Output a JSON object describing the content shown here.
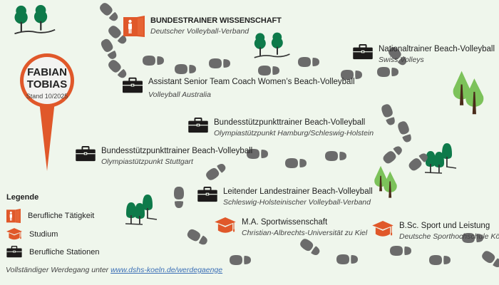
{
  "profile": {
    "first_name": "FABIAN",
    "last_name": "TOBIAS",
    "status": "Stand 10/2025"
  },
  "colors": {
    "background": "#eff6ec",
    "accent_orange": "#e0582a",
    "footprint_gray": "#6b6b6b",
    "dark_tree": "#0e7a4a",
    "light_tree": "#7cc25a",
    "link": "#3b6fb6"
  },
  "stations": [
    {
      "icon": "door-person-icon",
      "type": "activity",
      "title": "BUNDESTRAINER WISSENSCHAFT",
      "subtitle": "Deutscher Volleyball-Verband"
    },
    {
      "icon": "briefcase-icon",
      "type": "station",
      "title": "Nationaltrainer Beach-Volleyball",
      "subtitle": "Swiss Volleys"
    },
    {
      "icon": "briefcase-icon",
      "type": "station",
      "title": "Assistant Senior Team Coach Women’s Beach-Volleyball",
      "subtitle": "Volleyball Australia"
    },
    {
      "icon": "briefcase-icon",
      "type": "station",
      "title": "Bundesstützpunkttrainer Beach-Volleyball",
      "subtitle": "Olympiastützpunkt Hamburg/Schleswig-Holstein"
    },
    {
      "icon": "briefcase-icon",
      "type": "station",
      "title": "Bundesstützpunkttrainer Beach-Volleyball",
      "subtitle": "Olympiastützpunkt Stuttgart"
    },
    {
      "icon": "briefcase-icon",
      "type": "station",
      "title": "Leitender Landestrainer Beach-Volleyball",
      "subtitle": "Schleswig-Holsteinischer Volleyball-Verband"
    },
    {
      "icon": "graduation-cap-icon",
      "type": "study",
      "title": "M.A. Sportwissenschaft",
      "subtitle": "Christian-Albrechts-Universität zu Kiel"
    },
    {
      "icon": "graduation-cap-icon",
      "type": "study",
      "title": "B.Sc. Sport und Leistung",
      "subtitle": "Deutsche Sporthochschule Köln"
    }
  ],
  "legend": {
    "title": "Legende",
    "items": [
      {
        "icon": "door-person-icon",
        "label": "Berufliche Tätigkeit"
      },
      {
        "icon": "graduation-cap-icon",
        "label": "Studium"
      },
      {
        "icon": "briefcase-icon",
        "label": "Berufliche Stationen"
      }
    ]
  },
  "footer": {
    "text": "Vollständiger Werdegang unter ",
    "link_text": "www.dshs-koeln.de/werdegaenge"
  }
}
